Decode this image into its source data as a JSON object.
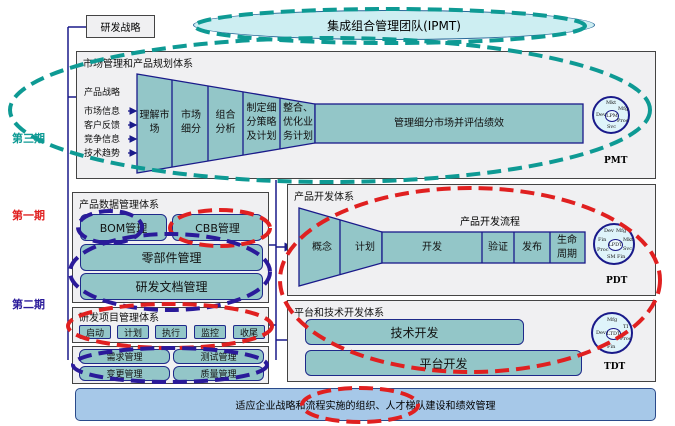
{
  "phases": {
    "third": "第三期",
    "first": "第一期",
    "second": "第二期"
  },
  "colors": {
    "teal": "#0e9a94",
    "red": "#e02020",
    "navy": "#2a1a9a"
  },
  "rd_strategy": "研发战略",
  "ipmt": "集成组合管理团队(IPMT)",
  "market": {
    "title": "市场管理和产品规划体系",
    "inputs": [
      "产品战略",
      "市场信息",
      "客户反馈",
      "竞争信息",
      "技术趋势"
    ],
    "steps": [
      "理解市场",
      "市场细分",
      "组合分析",
      "制定细分策略及计划",
      "整合、优化业务计划"
    ],
    "tail": "管理细分市场并评估绩效",
    "team": "PMT",
    "wheel": {
      "center": "LPM",
      "parts": [
        "Mkt",
        "Mfg",
        "Proc",
        "Svc",
        "Dev"
      ]
    }
  },
  "pdm": {
    "title": "产品数据管理体系",
    "bom": "BOM管理",
    "cbb": "CBB管理",
    "parts": "零部件管理",
    "docs": "研发文档管理"
  },
  "project": {
    "title": "研发项目管理体系",
    "steps": [
      "启动",
      "计划",
      "执行",
      "监控",
      "收尾"
    ]
  },
  "req": {
    "items": [
      "需求管理",
      "测试管理",
      "变更管理",
      "质量管理"
    ]
  },
  "pd": {
    "title": "产品开发体系",
    "flow_title": "产品开发流程",
    "steps": [
      "概念",
      "计划",
      "开发",
      "验证",
      "发布",
      "生命周期"
    ],
    "team": "PDT",
    "wheel": {
      "center": "LPDT",
      "parts": [
        "Dev",
        "Mfg",
        "Mkt",
        "Svc",
        "Fin",
        "SM",
        "Proc",
        "Fin"
      ]
    }
  },
  "platform": {
    "title": "平台和技术开发体系",
    "tech": "技术开发",
    "plat": "平台开发",
    "team": "TDT",
    "wheel": {
      "center": "LTDT",
      "parts": [
        "Mfg",
        "TI",
        "Proc",
        "Fin",
        "Dev"
      ]
    }
  },
  "footer": "适应企业战略和流程实施的组织、人才梯队建设和绩效管理"
}
